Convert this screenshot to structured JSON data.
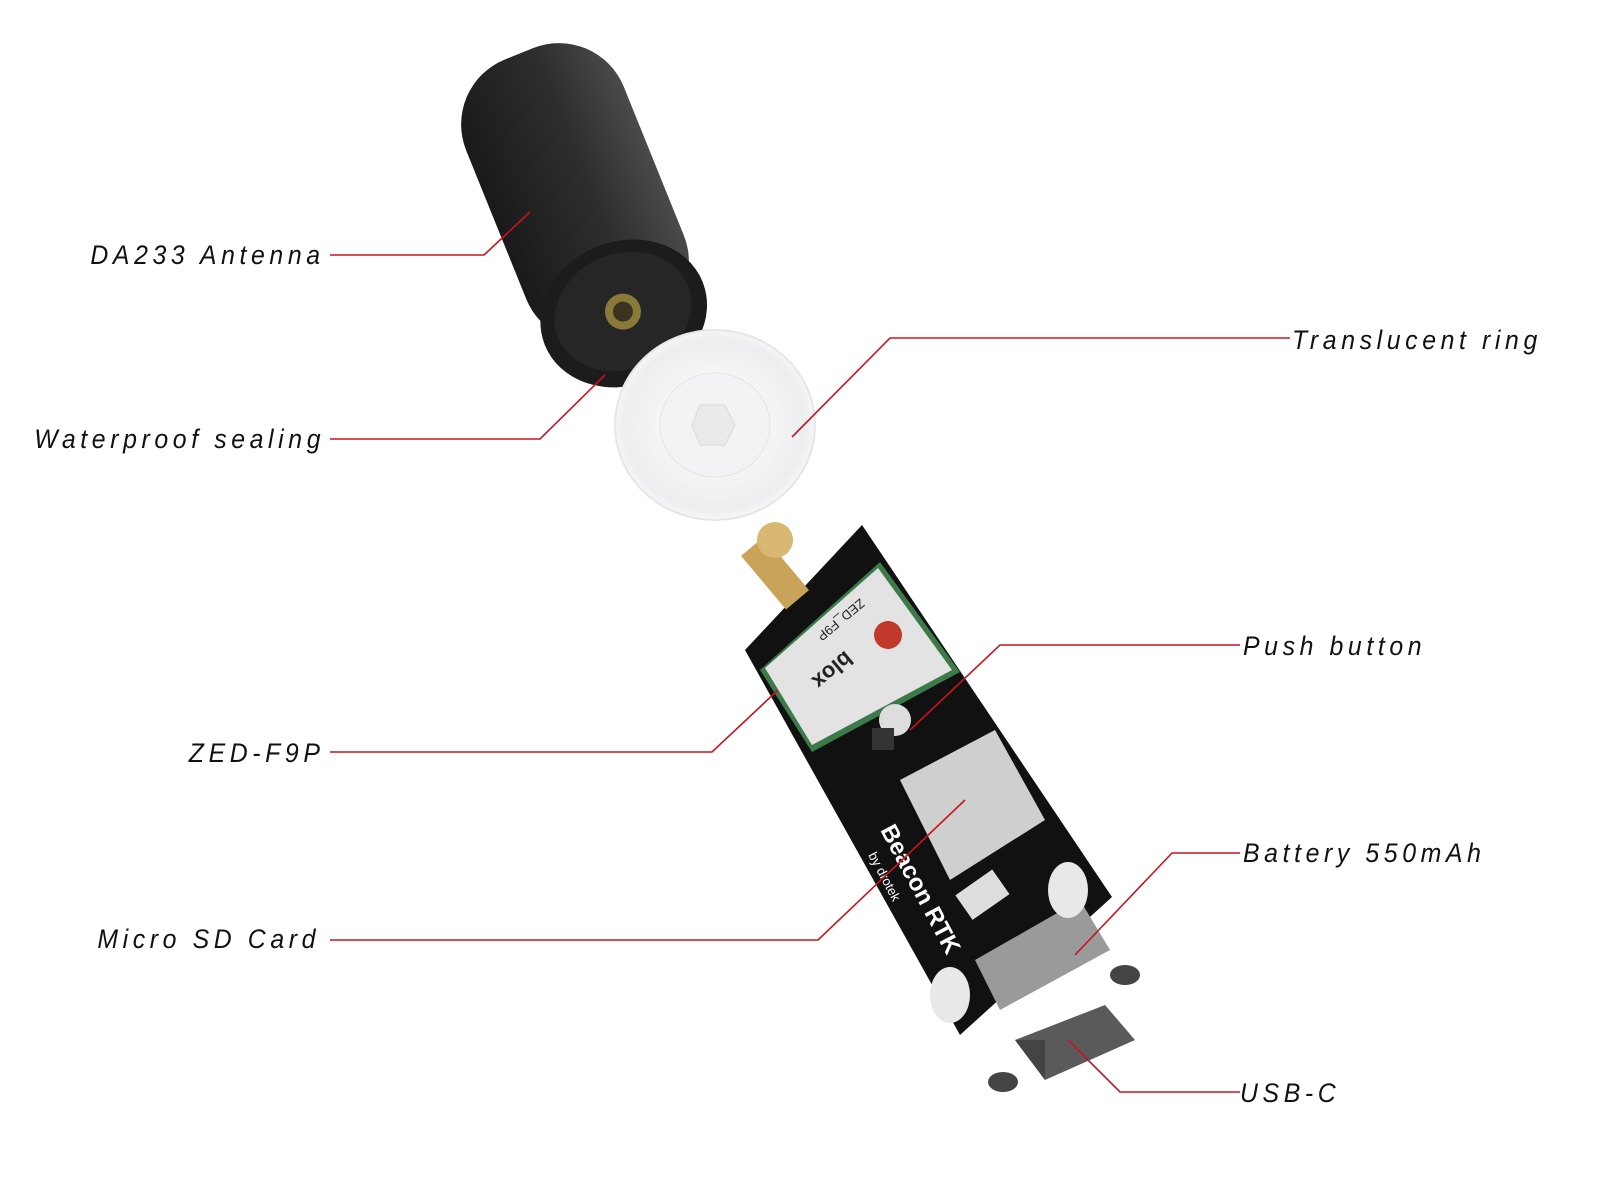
{
  "labels": {
    "antenna": "DA233 Antenna",
    "sealing": "Waterproof sealing",
    "ring": "Translucent ring",
    "push_button": "Push button",
    "module": "ZED-F9P",
    "battery": "Battery 550mAh",
    "sd_card": "Micro SD Card",
    "usb": "USB-C"
  },
  "board_markings": {
    "brand": "blox",
    "module_name": "ZED_F9P",
    "product": "Beacon RTK",
    "maker": "by drotek"
  },
  "colors": {
    "leader": "#c8141e",
    "board": "#111111",
    "antenna": "#222222"
  }
}
